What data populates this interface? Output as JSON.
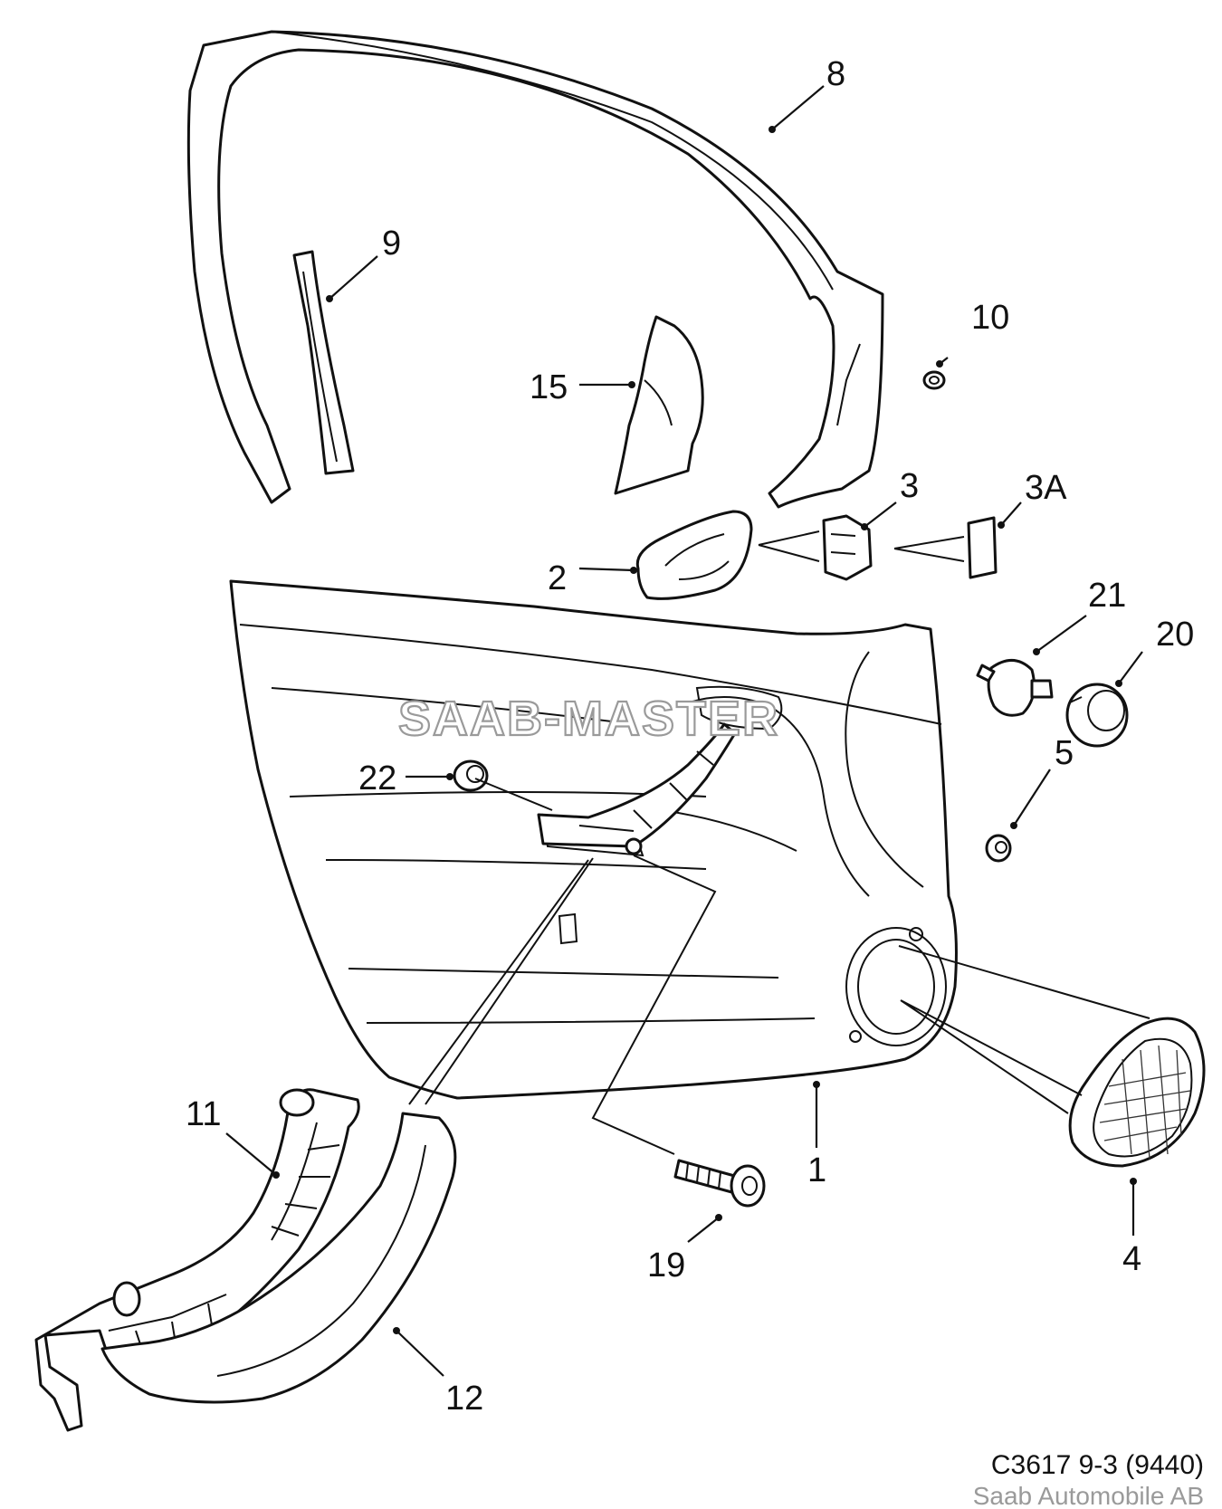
{
  "watermark": "SAAB-MASTER",
  "callouts": [
    {
      "id": "8",
      "label": "8"
    },
    {
      "id": "9",
      "label": "9"
    },
    {
      "id": "10",
      "label": "10"
    },
    {
      "id": "15",
      "label": "15"
    },
    {
      "id": "3",
      "label": "3"
    },
    {
      "id": "3a",
      "label": "3A"
    },
    {
      "id": "2",
      "label": "2"
    },
    {
      "id": "21",
      "label": "21"
    },
    {
      "id": "20",
      "label": "20"
    },
    {
      "id": "22",
      "label": "22"
    },
    {
      "id": "5",
      "label": "5"
    },
    {
      "id": "11",
      "label": "11"
    },
    {
      "id": "1",
      "label": "1"
    },
    {
      "id": "12",
      "label": "12"
    },
    {
      "id": "19",
      "label": "19"
    },
    {
      "id": "4",
      "label": "4"
    }
  ],
  "footer": {
    "code": "C3617 9-3 (9440)",
    "brand": "Saab Automobile AB"
  }
}
